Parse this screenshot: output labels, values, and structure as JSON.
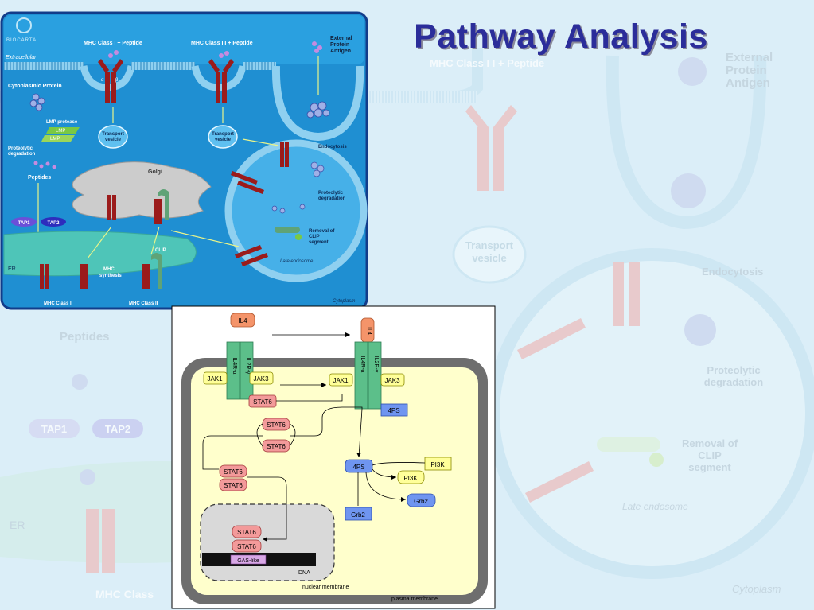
{
  "slide": {
    "title": "Pathway Analysis"
  },
  "background_watermark": {
    "mhc_label": "MHC Class I I + Peptide",
    "external_antigen": [
      "External",
      "Protein",
      "Antigen"
    ],
    "transport_vesicle": [
      "Transport",
      "vesicle"
    ],
    "endocytosis": "Endocytosis",
    "proteolytic": [
      "Proteolytic",
      "degradation"
    ],
    "removal_clip": [
      "Removal of",
      "CLIP",
      "segment"
    ],
    "late_endosome": "Late endosome",
    "cytoplasm": "Cytoplasm",
    "peptides": "Peptides",
    "tap1": "TAP1",
    "tap2": "TAP2",
    "er": "ER",
    "mhc_class": "MHC Class"
  },
  "mhc_panel": {
    "logo": "BIOCARTA",
    "extracellular": "Extracellular",
    "mhc1_peptide": "MHC Class I + Peptide",
    "mhc2_peptide": "MHC Class I I + Peptide",
    "external_antigen": [
      "External",
      "Protein",
      "Antigen"
    ],
    "cytoplasmic_protein": "Cytoplasmic Protein",
    "lmp_protease": "LMP protease",
    "lmp": "LMP",
    "proteolytic_left": [
      "Proteolytic",
      "degradation"
    ],
    "peptides": "Peptides",
    "transport_vesicle": [
      "Transport",
      "vesicle"
    ],
    "golgi": "Golgi",
    "endocytosis": "Endocytosis",
    "proteolytic_right": [
      "Proteolytic",
      "degradation"
    ],
    "removal_clip": [
      "Removal of",
      "CLIP",
      "segment"
    ],
    "late_endosome": "Late endosome",
    "tap1": "TAP1",
    "tap2": "TAP2",
    "clip": "CLIP",
    "er": "ER",
    "mhc_synthesis": [
      "MHC",
      "synthesis"
    ],
    "mhc_class1": "MHC Class I",
    "mhc_class2": "MHC Class II",
    "cytoplasm": "Cytoplasm",
    "alpha": "α",
    "beta": "β"
  },
  "il4_panel": {
    "il4_left": "IL4",
    "il4_right": "IL4",
    "il4r_alpha": "IL4R-α",
    "il2r_gamma": "IL2R-γ",
    "jak1": "JAK1",
    "jak3": "JAK3",
    "stat6": "STAT6",
    "fourps": "4PS",
    "pi3k": "PI3K",
    "grb2": "Grb2",
    "gas_like": "GAS-like",
    "dna": "DNA",
    "nuclear_membrane": "nuclear membrane",
    "plasma_membrane": "plasma membrane"
  },
  "colors": {
    "title": "#2b2d9a",
    "panel_bg": "#1e8fd0",
    "mhc_red": "#9b1b1b",
    "clip_green": "#7ac943",
    "stat_pink": "#f39a9a",
    "jak_yellow": "#ffff99",
    "ps_blue": "#6f95f0",
    "receptor_green": "#5cbf8a",
    "il4_orange": "#f4946a",
    "cell_yellow": "#ffffcc",
    "membrane_gray": "#6e6e6e"
  }
}
